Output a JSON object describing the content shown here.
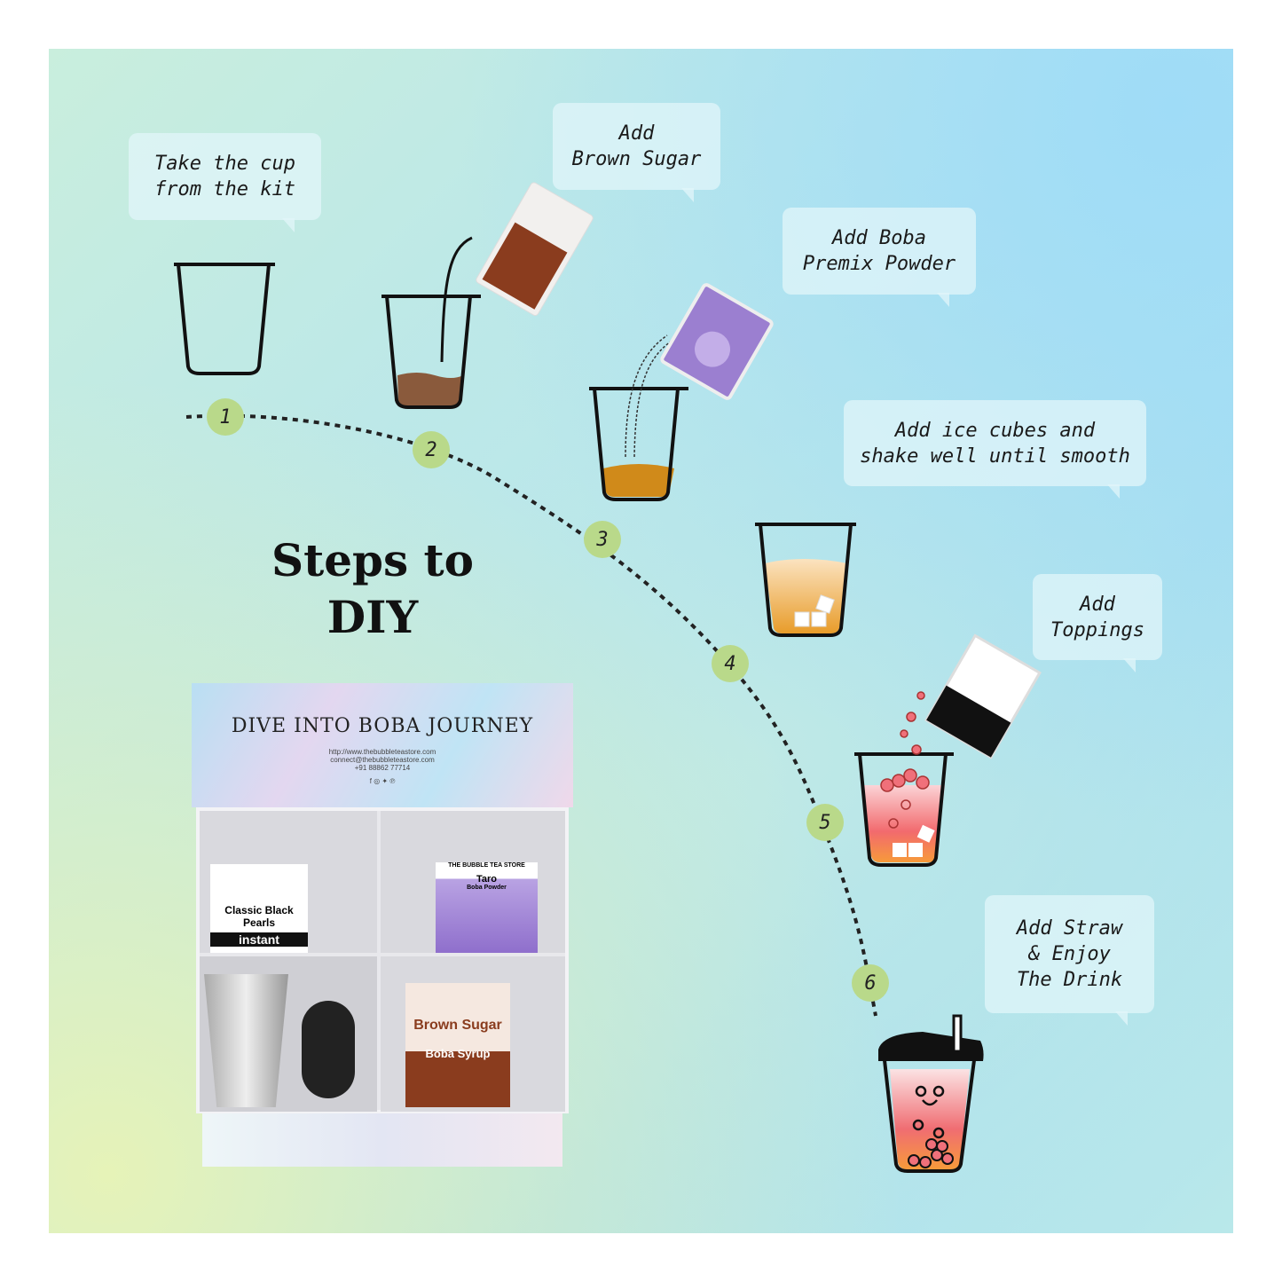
{
  "title": {
    "line1": "Steps to",
    "line2": "DIY"
  },
  "steps": [
    {
      "number": "1",
      "lines": [
        "Take the cup",
        "from the kit"
      ]
    },
    {
      "number": "2",
      "lines": [
        "Add",
        "Brown Sugar"
      ]
    },
    {
      "number": "3",
      "lines": [
        "Add Boba",
        "Premix Powder"
      ]
    },
    {
      "number": "4",
      "lines": [
        "Add ice cubes and",
        "shake well until smooth"
      ]
    },
    {
      "number": "5",
      "lines": [
        "Add",
        "Toppings"
      ]
    },
    {
      "number": "6",
      "lines": [
        "Add Straw",
        "& Enjoy",
        "The Drink"
      ]
    }
  ],
  "box": {
    "heading": "DIVE INTO BOBA JOURNEY",
    "website": "http://www.thebubbleteastore.com",
    "email": "connect@thebubbleteastore.com",
    "phone": "+91 88862 77714",
    "social": "f ◎ ✦ ℗",
    "packets": {
      "pearls": "Classic Black Pearls",
      "pearls_sub": "instant",
      "taro_brand": "THE BUBBLE TEA STORE",
      "taro": "Taro",
      "taro_sub": "Boba Powder",
      "sugar": "Brown Sugar",
      "syrup": "Boba Syrup"
    }
  },
  "colors": {
    "step_circle": "#b9d98a",
    "brown": "#8a5a3c",
    "taro": "#9b7fd0",
    "pink": "#f0707a"
  }
}
